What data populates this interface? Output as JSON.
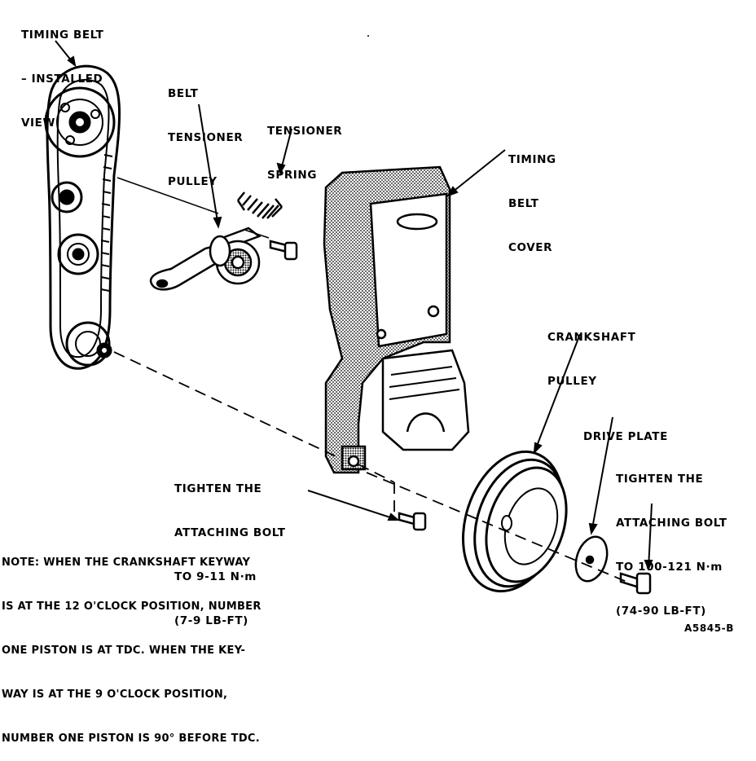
{
  "labels": {
    "timing_belt_view": [
      "TIMING BELT",
      "– INSTALLED",
      "VIEW"
    ],
    "belt_tensioner_pulley": [
      "BELT",
      "TENSIONER",
      "PULLEY"
    ],
    "tensioner_spring": [
      "TENSIONER",
      "SPRING"
    ],
    "timing_belt_cover": [
      "TIMING",
      "BELT",
      "COVER"
    ],
    "crankshaft_pulley": [
      "CRANKSHAFT",
      "PULLEY"
    ],
    "drive_plate": [
      "DRIVE PLATE"
    ],
    "tighten_small": [
      "TIGHTEN THE",
      "ATTACHING BOLT",
      "TO 9-11 N·m",
      "(7-9 LB-FT)"
    ],
    "tighten_large": [
      "TIGHTEN THE",
      "ATTACHING BOLT",
      "TO 100-121 N·m",
      "(74-90 LB-FT)"
    ],
    "note": [
      "NOTE: WHEN THE CRANKSHAFT KEYWAY",
      "IS AT THE 12 O'CLOCK POSITION, NUMBER",
      "ONE PISTON IS AT TDC. WHEN THE KEY-",
      "WAY IS AT THE 9 O'CLOCK POSITION,",
      "NUMBER ONE PISTON IS 90° BEFORE TDC."
    ],
    "figure_id": [
      "A5845-B"
    ]
  }
}
